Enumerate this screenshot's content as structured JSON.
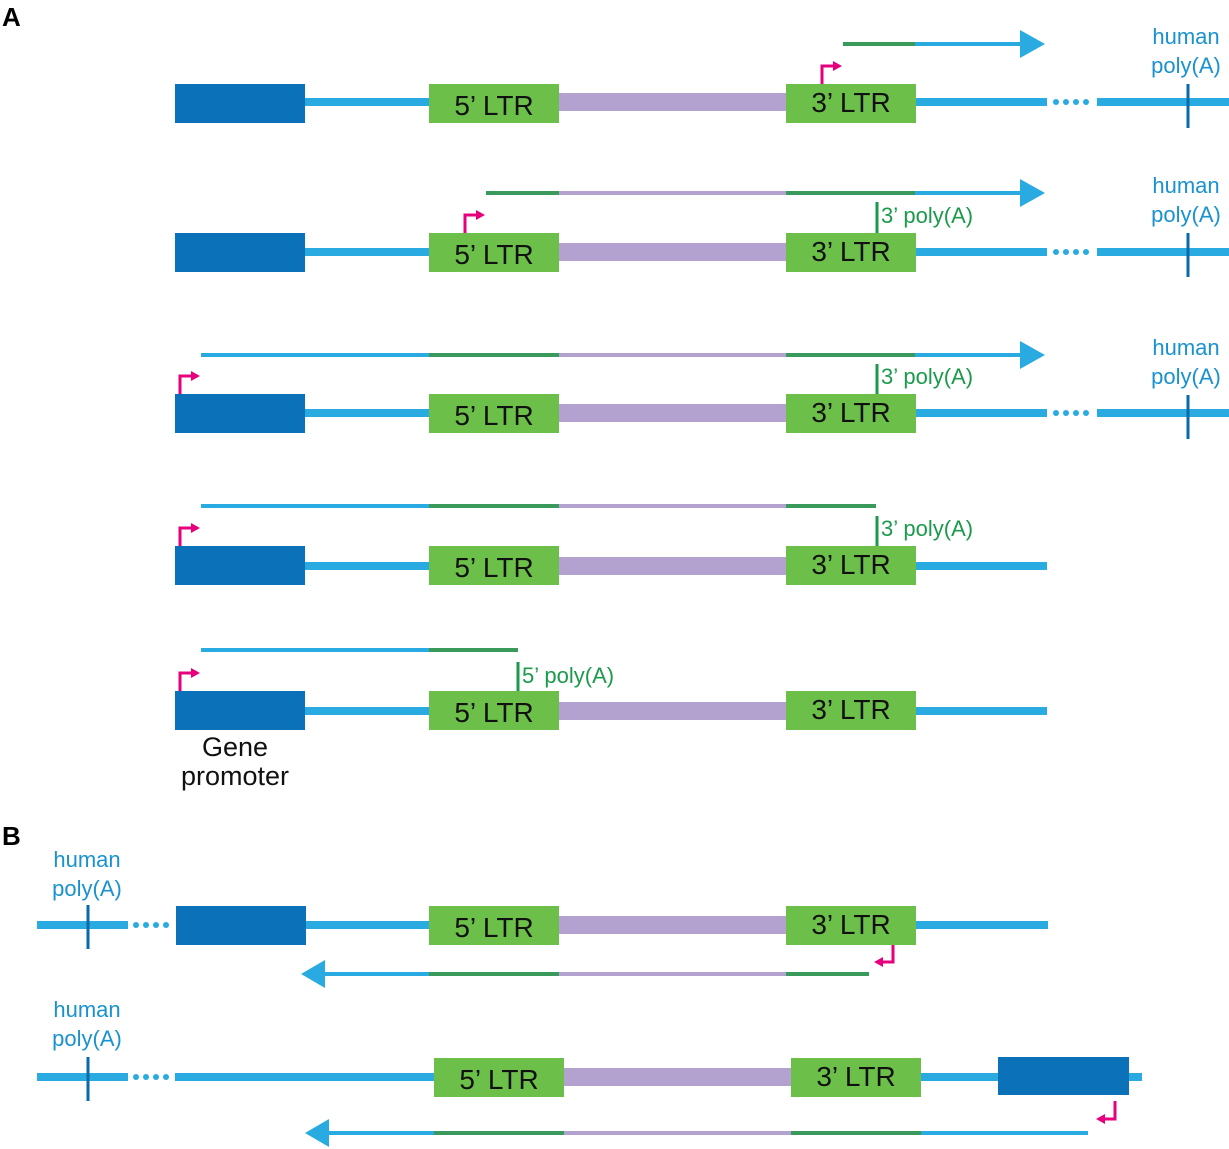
{
  "panels": {
    "a": "A",
    "b": "B"
  },
  "labels": {
    "ltr5": "5’ LTR",
    "ltr3": "3’ LTR",
    "human": "human",
    "polyA": "poly(A)",
    "polyA3": "3’ poly(A)",
    "polyA5": "5’ poly(A)",
    "gene": "Gene",
    "promoter": "promoter"
  },
  "colors": {
    "genomic_line": "#29abe2",
    "gene_block": "#0b72b9",
    "ltr_box": "#6cc04a",
    "internal_region": "#b3a2d0",
    "ltr_transcript": "#3a9a5c",
    "polyA_mark": "#1b9a4b",
    "human_polyA_text": "#1a92cf",
    "promoter_arrow": "#e6007e",
    "human_polyA_tick": "#0a6aa8"
  },
  "icons": {
    "promoter": "promoter-arrow-icon",
    "direction": "arrowhead-icon",
    "continuation": "ellipsis-dots-icon"
  }
}
